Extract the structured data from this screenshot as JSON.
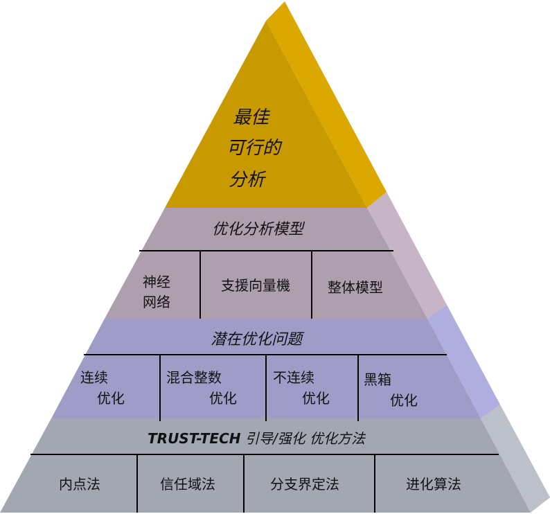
{
  "colors": {
    "apex_front": "#c99a00",
    "apex_side": "#dba800",
    "tier2_front": "#ae9fae",
    "tier2_side": "#c7b4c6",
    "tier3_front": "#9f9cc8",
    "tier3_side": "#b0aede",
    "tier4_front": "#a3a7b2",
    "tier4_side": "#bcc0c8",
    "divider": "#000000"
  },
  "apex": {
    "line1": "最佳",
    "line2": "可行的",
    "line3": "分析"
  },
  "tier2": {
    "title": "优化分析模型",
    "cell1_line1": "神经",
    "cell1_line2": "网络",
    "cell2": "支援向量機",
    "cell3": "整体模型"
  },
  "tier3": {
    "title": "潜在优化问题",
    "cell1_line1": "连续",
    "cell1_line2": "优化",
    "cell2_line1": "混合整数",
    "cell2_line2": "优化",
    "cell3_line1": "不连续",
    "cell3_line2": "优化",
    "cell4_line1": "黑箱",
    "cell4_line2": "优化"
  },
  "tier4": {
    "title_bold": "TRUST-TECH",
    "title_rest": " 引导/强化 优化方法",
    "cell1": "内点法",
    "cell2": "信任域法",
    "cell3": "分支界定法",
    "cell4": "进化算法"
  }
}
